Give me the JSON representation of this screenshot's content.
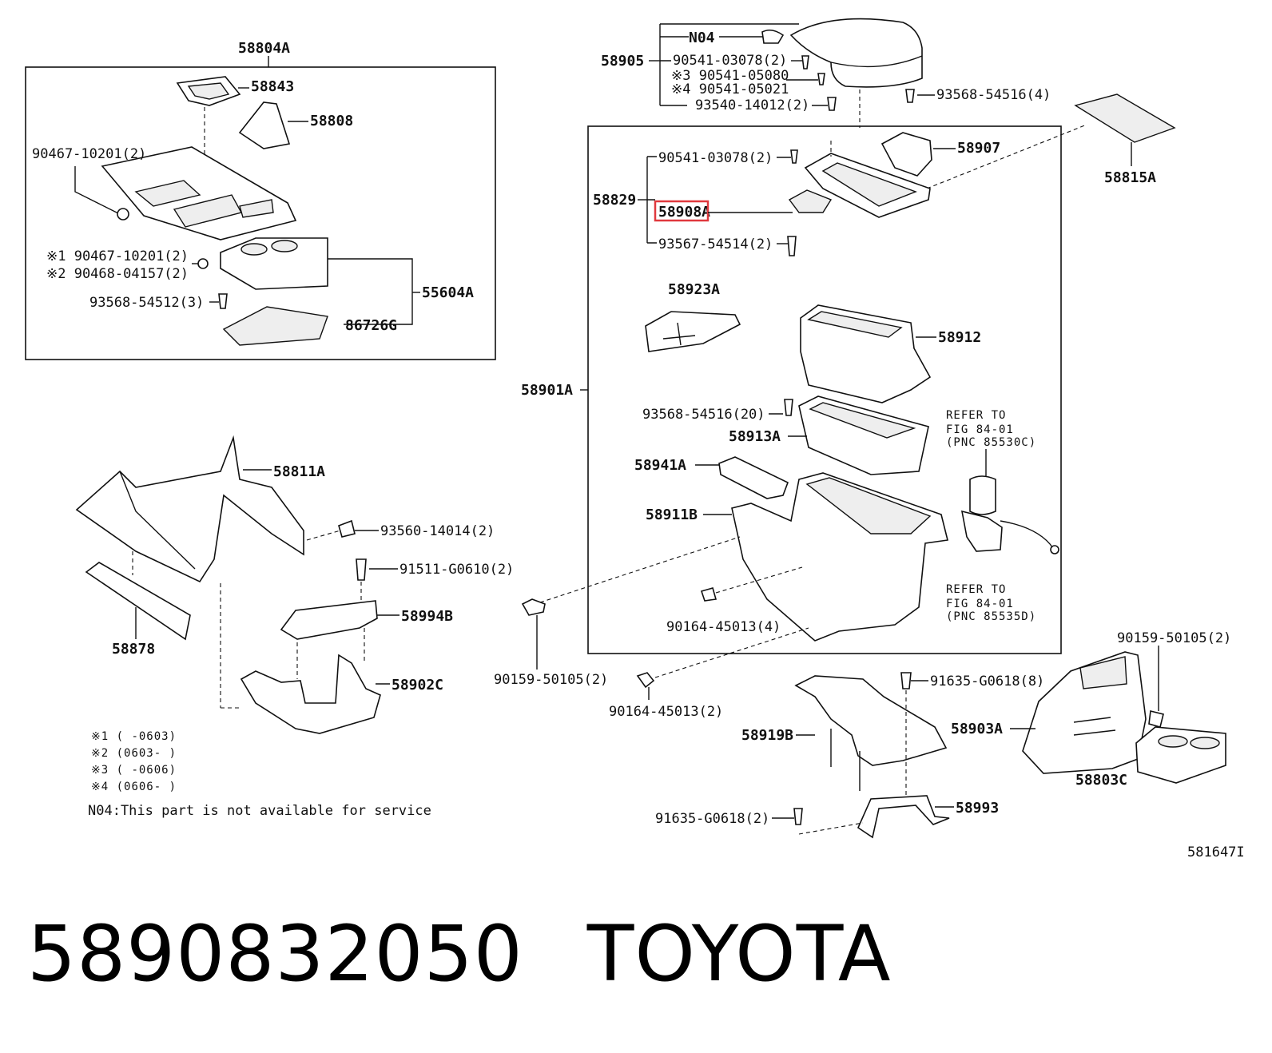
{
  "labels": {
    "p58804A": "58804A",
    "p58843": "58843",
    "p58808": "58808",
    "p90467_10201_2": "90467-10201(2)",
    "n1_90467": "※1 90467-10201(2)",
    "n2_90468": "※2 90468-04157(2)",
    "p93568_54512": "93568-54512(3)",
    "p55604A": "55604A",
    "p86726G": "86726G",
    "N04": "N04",
    "p58905": "58905",
    "p90541_03078_top": "90541-03078(2)",
    "n3_90541_05080": "※3 90541-05080",
    "n4_90541_05021": "※4 90541-05021",
    "p93540_14012": "93540-14012(2)",
    "p93568_54516_4": "93568-54516(4)",
    "p58815A": "58815A",
    "p90541_03078_box": "90541-03078(2)",
    "p58907": "58907",
    "p58829": "58829",
    "p58908A": "58908A",
    "p93567_54514": "93567-54514(2)",
    "p58923A": "58923A",
    "p58912": "58912",
    "p58901A": "58901A",
    "p93568_54516_20": "93568-54516(20)",
    "p58913A": "58913A",
    "refer1_a": "REFER TO",
    "refer1_b": "FIG 84-01",
    "refer1_c": "(PNC 85530C)",
    "p58941A": "58941A",
    "p58911B": "58911B",
    "refer2_a": "REFER TO",
    "refer2_b": "FIG 84-01",
    "refer2_c": "(PNC 85535D)",
    "p90164_45013_4": "90164-45013(4)",
    "p58811A": "58811A",
    "p93560_14014": "93560-14014(2)",
    "p91511_G0610": "91511-G0610(2)",
    "p58994B": "58994B",
    "p58878": "58878",
    "p58902C": "58902C",
    "p90159_50105_left": "90159-50105(2)",
    "p90164_45013_2": "90164-45013(2)",
    "p91635_G0618_8": "91635-G0618(8)",
    "p90159_50105_right": "90159-50105(2)",
    "p58919B": "58919B",
    "p58903A": "58903A",
    "p58803C": "58803C",
    "p91635_G0618_2": "91635-G0618(2)",
    "p58993": "58993",
    "diagram_id": "581647I"
  },
  "notes": {
    "n1": "※1  (    -0603)",
    "n2": "※2  (0603-    )",
    "n3": "※3  (    -0606)",
    "n4": "※4  (0606-    )",
    "n04_text": "N04:This part is not available for service"
  },
  "caption": {
    "part_number": "5890832050",
    "brand": "TOYOTA"
  },
  "highlight_color": "#e0393e"
}
